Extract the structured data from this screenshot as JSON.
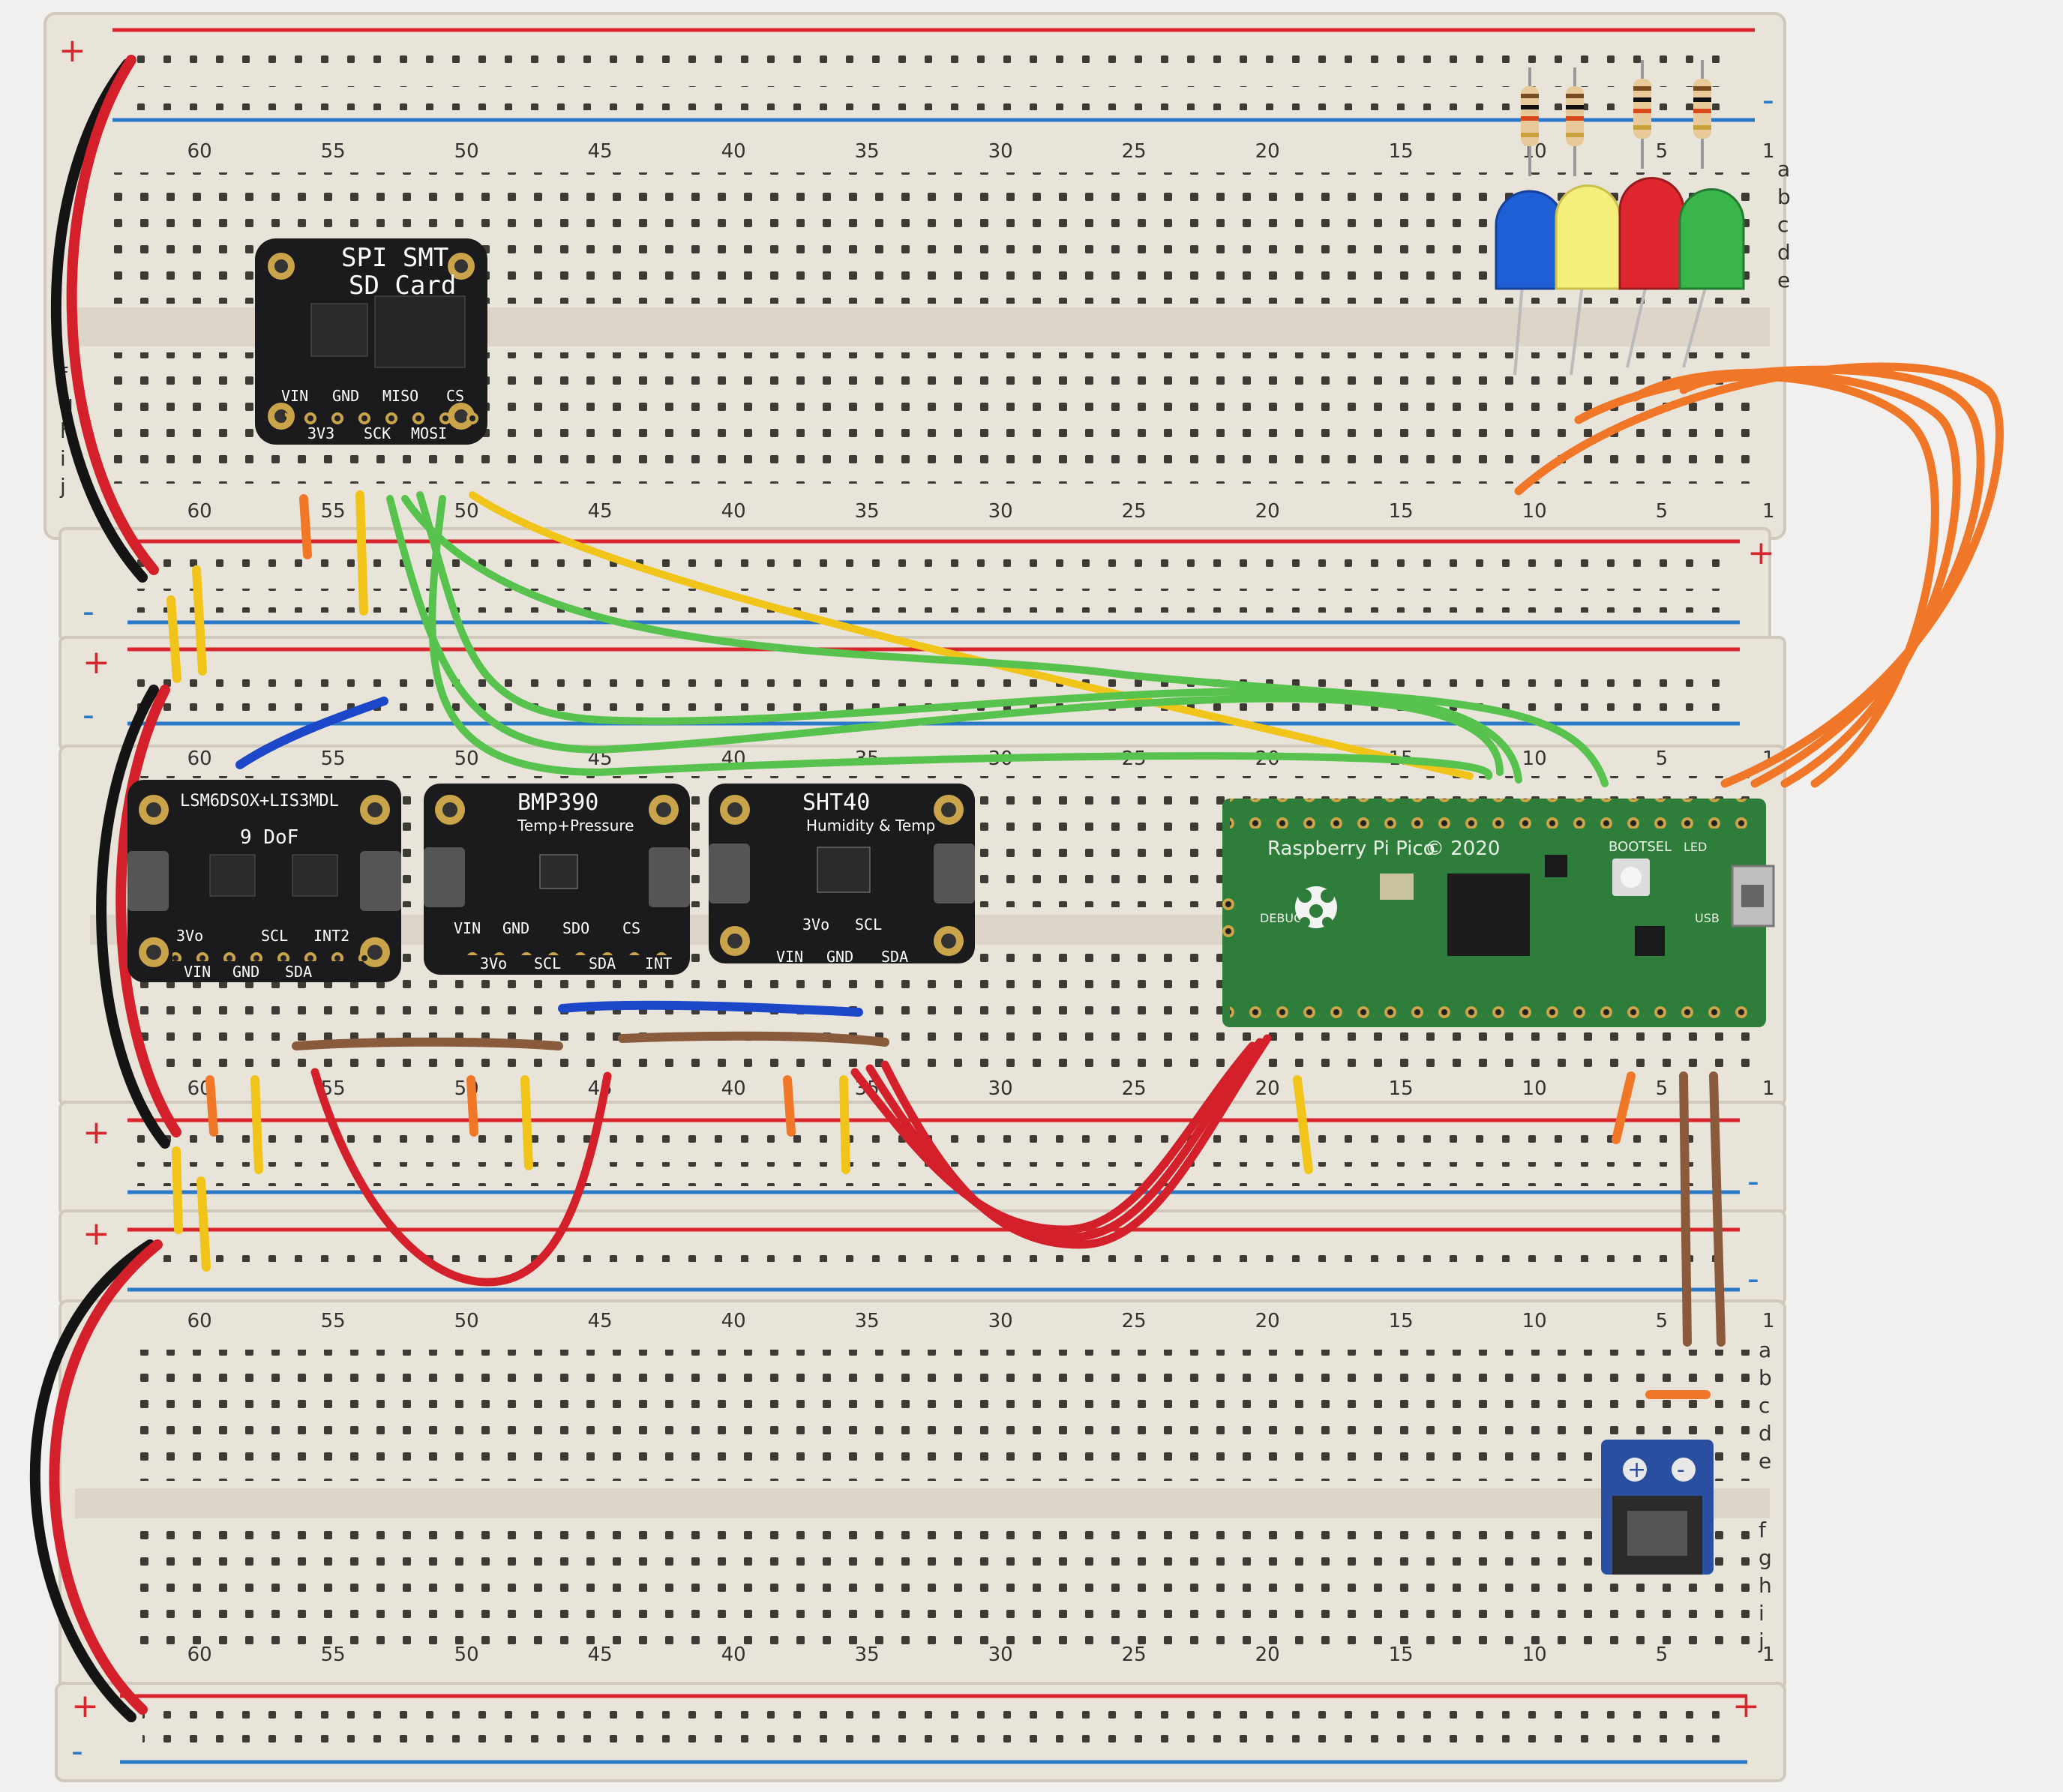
{
  "colors": {
    "board": "#e9e4da",
    "rail_red": "#d8262c",
    "rail_blue": "#2a78c8",
    "hole": "#3e3a36",
    "pcb_black": "#1b1b1d",
    "pcb_green": "#2f7d3a",
    "wire_red": "#d4202a",
    "wire_black": "#141414",
    "wire_yellow": "#f0c419",
    "wire_green": "#58c24e",
    "wire_orange": "#f07628",
    "wire_blue": "#1d47c9",
    "wire_brown": "#8a5a3c",
    "led_blue": "#1f5fd6",
    "led_yellow": "#f4ee7a",
    "led_red": "#e0262e",
    "led_green": "#3ab54a"
  },
  "rail": {
    "plus": "+",
    "minus": "-"
  },
  "rows": {
    "top_letters": [
      "a",
      "b",
      "c",
      "d",
      "e"
    ],
    "bottom_letters": [
      "f",
      "g",
      "h",
      "i",
      "j"
    ]
  },
  "columns": [
    {
      "n": "60",
      "v": 60
    },
    {
      "n": "55",
      "v": 55
    },
    {
      "n": "50",
      "v": 50
    },
    {
      "n": "45",
      "v": 45
    },
    {
      "n": "40",
      "v": 40
    },
    {
      "n": "35",
      "v": 35
    },
    {
      "n": "30",
      "v": 30
    },
    {
      "n": "25",
      "v": 25
    },
    {
      "n": "20",
      "v": 20
    },
    {
      "n": "15",
      "v": 15
    },
    {
      "n": "10",
      "v": 10
    },
    {
      "n": "5",
      "v": 5
    },
    {
      "n": "1",
      "v": 1
    }
  ],
  "modules": {
    "sd": {
      "title1": "SPI SMT",
      "title2": "SD Card",
      "pins_top": [
        "VIN",
        "GND",
        "MISO",
        "CS"
      ],
      "pins_bottom": [
        "3V3",
        "SCK",
        "MOSI"
      ]
    },
    "imu": {
      "title": "LSM6DSOX+LIS3MDL",
      "subtitle": "9 DoF",
      "pins_top": [
        "3Vo",
        "SCL",
        "INT2"
      ],
      "pins_bottom": [
        "VIN",
        "GND",
        "SDA"
      ]
    },
    "bmp": {
      "title": "BMP390",
      "subtitle": "Temp+Pressure",
      "pins_top": [
        "VIN",
        "GND",
        "SDO",
        "CS"
      ],
      "pins_bottom": [
        "3Vo",
        "SCL",
        "SDA",
        "INT"
      ]
    },
    "sht": {
      "title": "SHT40",
      "subtitle": "Humidity & Temp",
      "pins_top": [
        "3Vo",
        "SCL"
      ],
      "pins_bottom": [
        "VIN",
        "GND",
        "SDA"
      ]
    },
    "pico": {
      "title": "Raspberry Pi Pico",
      "year": "© 2020",
      "bootsel": "BOOTSEL",
      "led": "LED",
      "usb": "USB",
      "debug": "DEBUG"
    },
    "power": {
      "plus": "+",
      "minus": "-"
    }
  }
}
